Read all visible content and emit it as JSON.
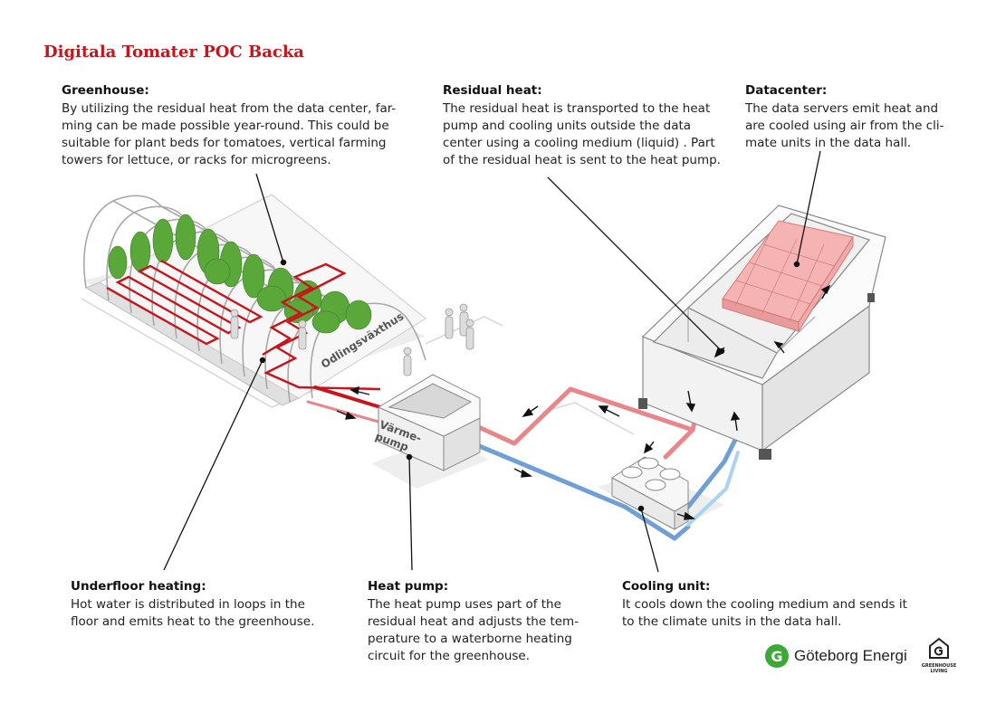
{
  "title": "Digitala Tomater POC Backa",
  "callouts": {
    "greenhouse": {
      "heading": "Greenhouse:",
      "text": "By utilizing the residual heat from the data center, far-ming can be made possible year-round. This could be suitable for plant beds for tomatoes, vertical farming towers for lettuce, or racks for microgreens."
    },
    "residual": {
      "heading": "Residual heat:",
      "text": "The residual heat is transported to the heat pump and cooling units outside the data center using a cooling medium (liquid) . Part of the residual heat is sent to the heat pump."
    },
    "datacenter": {
      "heading": "Datacenter:",
      "text": "The data servers emit heat and are cooled using air from the cli-mate units in the data hall."
    },
    "underfloor": {
      "heading": "Underfloor heating:",
      "text": "Hot water is distributed in loops in the floor and emits heat to the greenhouse."
    },
    "heatpump": {
      "heading": "Heat pump:",
      "text": "The heat pump uses part of the residual heat and adjusts the tem-perature to a waterborne heating circuit for the greenhouse."
    },
    "cooling": {
      "heading": "Cooling unit:",
      "text": "It cools down the cooling medium and sends it to the climate units in the data hall."
    }
  },
  "labels": {
    "heat_pump_box": "Värme-\npump",
    "greenhouse_floor": "Odlingsväxthus"
  },
  "logos": {
    "goteborg_energi": "Göteborg Energi",
    "greenhouse_living": "GREENHOUSE\nLIVING"
  },
  "colors": {
    "title": "#c4161c",
    "hot_pipe": "#e8868a",
    "hot_pipe_dark": "#c8141a",
    "cold_pipe": "#6f9fd8",
    "cold_pipe_light": "#a9d4f0",
    "plant": "#5aa83a",
    "server": "#f2a0a0"
  }
}
